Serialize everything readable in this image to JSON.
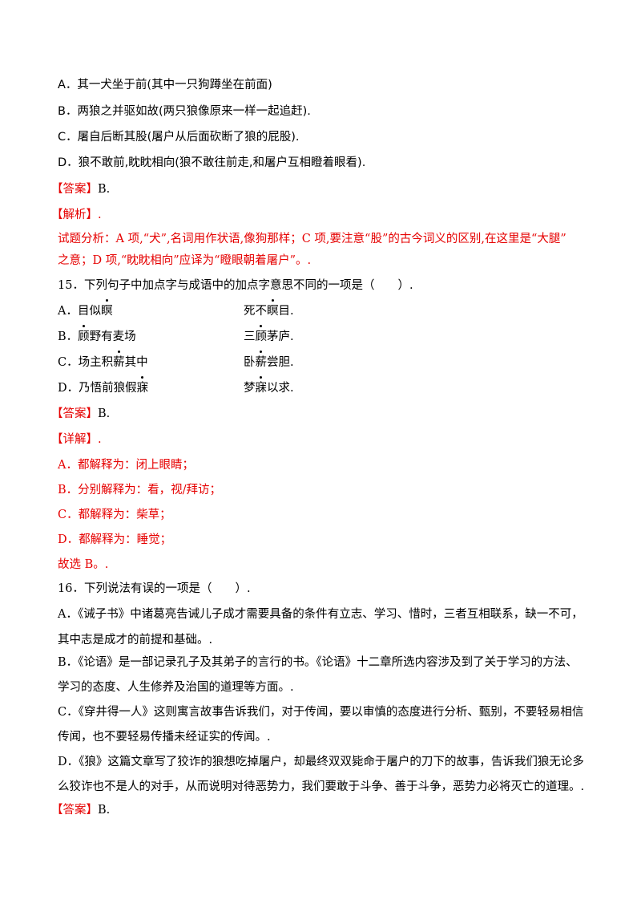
{
  "q14_options": [
    "A．其一犬坐于前(其中一只狗蹲坐在前面)",
    "B．两狼之并驱如故(两只狼像原来一样一起追赶).",
    "C．屠自后断其股(屠户从后面砍断了狼的屁股).",
    "D．狼不敢前,眈眈相向(狼不敢往前走,和屠户互相瞪着眼看)."
  ],
  "q14_answer": {
    "open": "【答案】",
    "value": "B."
  },
  "q14_analysis": {
    "label": "【解析】."
  },
  "q14_analysis_text": [
    "试题分析：A 项,“犬”,名词用作状语,像狗那样；C 项,要注意“股”的古今词义的区别,在这里是“大腿”",
    "之意；D 项,“眈眈相向”应译为“瞪眼朝着屠户”。."
  ],
  "q15": {
    "stem": "15．下列句子中加点字与成语中的加点字意思不同的一项是（　　）.",
    "rows": [
      {
        "label": "A．",
        "pre": "目似",
        "dot": "瞑",
        "post": "",
        "idiom_pre": "死不",
        "idiom_dot": "瞑",
        "idiom_post": "目."
      },
      {
        "label": "B．",
        "pre": "",
        "dot": "顾",
        "post": "野有麦场",
        "idiom_pre": "三",
        "idiom_dot": "顾",
        "idiom_post": "茅庐."
      },
      {
        "label": "C．",
        "pre": "场主积",
        "dot": "薪",
        "post": "其中",
        "idiom_pre": "卧",
        "idiom_dot": "薪",
        "idiom_post": "尝胆."
      },
      {
        "label": "D．",
        "pre": "乃悟前狼假",
        "dot": "寐",
        "post": "",
        "idiom_pre": "梦",
        "idiom_dot": "寐",
        "idiom_post": "以求."
      }
    ],
    "answer": {
      "open": "【答案】",
      "value": "B."
    },
    "detail_label": "【详解】.",
    "details": [
      "A．都解释为：闭上眼睛；",
      "B．分别解释为：看，视/拜访；",
      "C．都解释为：柴草；",
      "D．都解释为：睡觉；"
    ],
    "conclusion": "故选 B。."
  },
  "q16": {
    "stem": "16．下列说法有误的一项是（　　）.",
    "options": [
      [
        "A．《诫子书》中诸葛亮告诫儿子成才需要具备的条件有立志、学习、惜时，三者互相联系，缺一不可，",
        "其中志是成才的前提和基础。."
      ],
      [
        "B．《论语》是一部记录孔子及其弟子的言行的书。《论语》十二章所选内容涉及到了关于学习的方法、",
        "学习的态度、人生修养及治国的道理等方面。."
      ],
      [
        "C．《穿井得一人》这则寓言故事告诉我们，对于传闻，要以审慎的态度进行分析、甄别，不要轻易相信",
        "传闻，也不要轻易传播未经证实的传闻。."
      ],
      [
        "D．《狼》这篇文章写了狡诈的狼想吃掉屠户，却最终双双毙命于屠户的刀下的故事，告诉我们狼无论多",
        "么狡诈也不是人的对手，从而说明对待恶势力，我们要敢于斗争、善于斗争，恶势力必将灭亡的道理。."
      ]
    ],
    "answer": {
      "open": "【答案】",
      "value": "B."
    }
  }
}
